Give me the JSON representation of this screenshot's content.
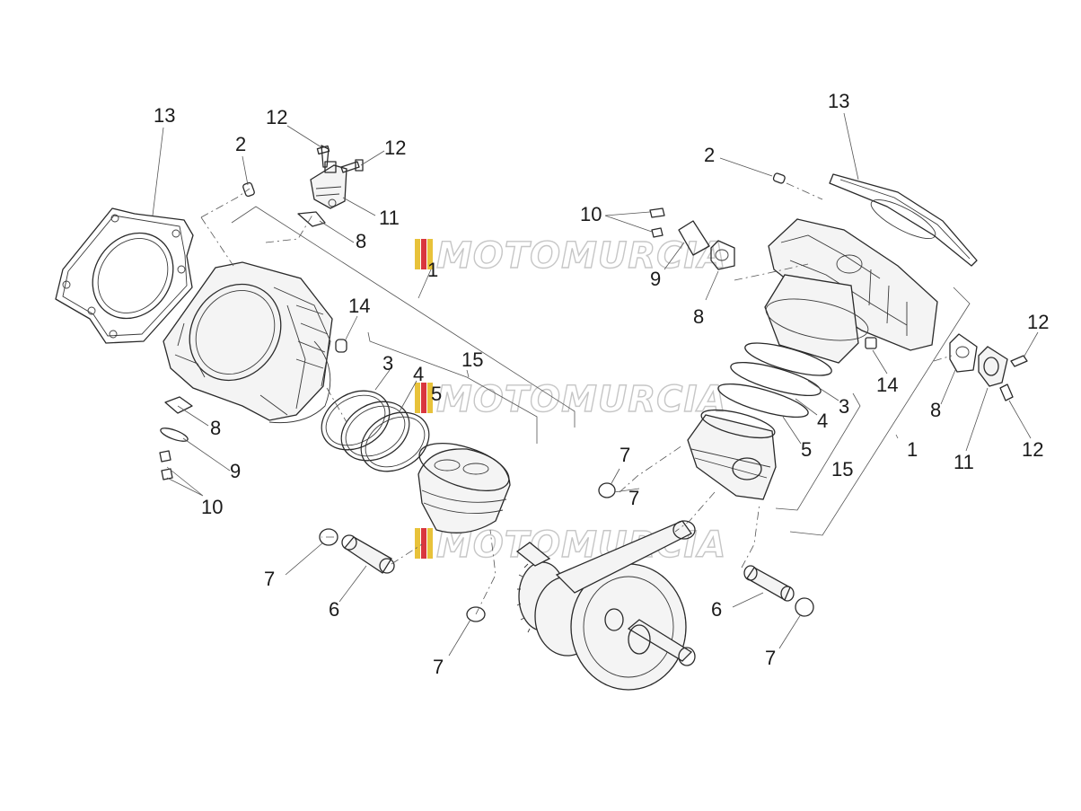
{
  "watermark": {
    "text": "MOTOMURCIA",
    "flag_colors": [
      "#e8c23a",
      "#d9363e",
      "#e8c23a"
    ]
  },
  "callouts": [
    {
      "text": "13"
    },
    {
      "text": "2"
    },
    {
      "text": "12"
    },
    {
      "text": "12"
    },
    {
      "text": "11"
    },
    {
      "text": "8"
    },
    {
      "text": "1"
    },
    {
      "text": "14"
    },
    {
      "text": "3"
    },
    {
      "text": "4"
    },
    {
      "text": "5"
    },
    {
      "text": "15"
    },
    {
      "text": "8"
    },
    {
      "text": "9"
    },
    {
      "text": "10"
    },
    {
      "text": "7"
    },
    {
      "text": "6"
    },
    {
      "text": "7"
    },
    {
      "text": "13"
    },
    {
      "text": "2"
    },
    {
      "text": "10"
    },
    {
      "text": "9"
    },
    {
      "text": "8"
    },
    {
      "text": "12"
    },
    {
      "text": "14"
    },
    {
      "text": "8"
    },
    {
      "text": "11"
    },
    {
      "text": "12"
    },
    {
      "text": "3"
    },
    {
      "text": "4"
    },
    {
      "text": "5"
    },
    {
      "text": "15"
    },
    {
      "text": "1"
    },
    {
      "text": "7"
    },
    {
      "text": "7"
    },
    {
      "text": "6"
    },
    {
      "text": "7"
    }
  ]
}
